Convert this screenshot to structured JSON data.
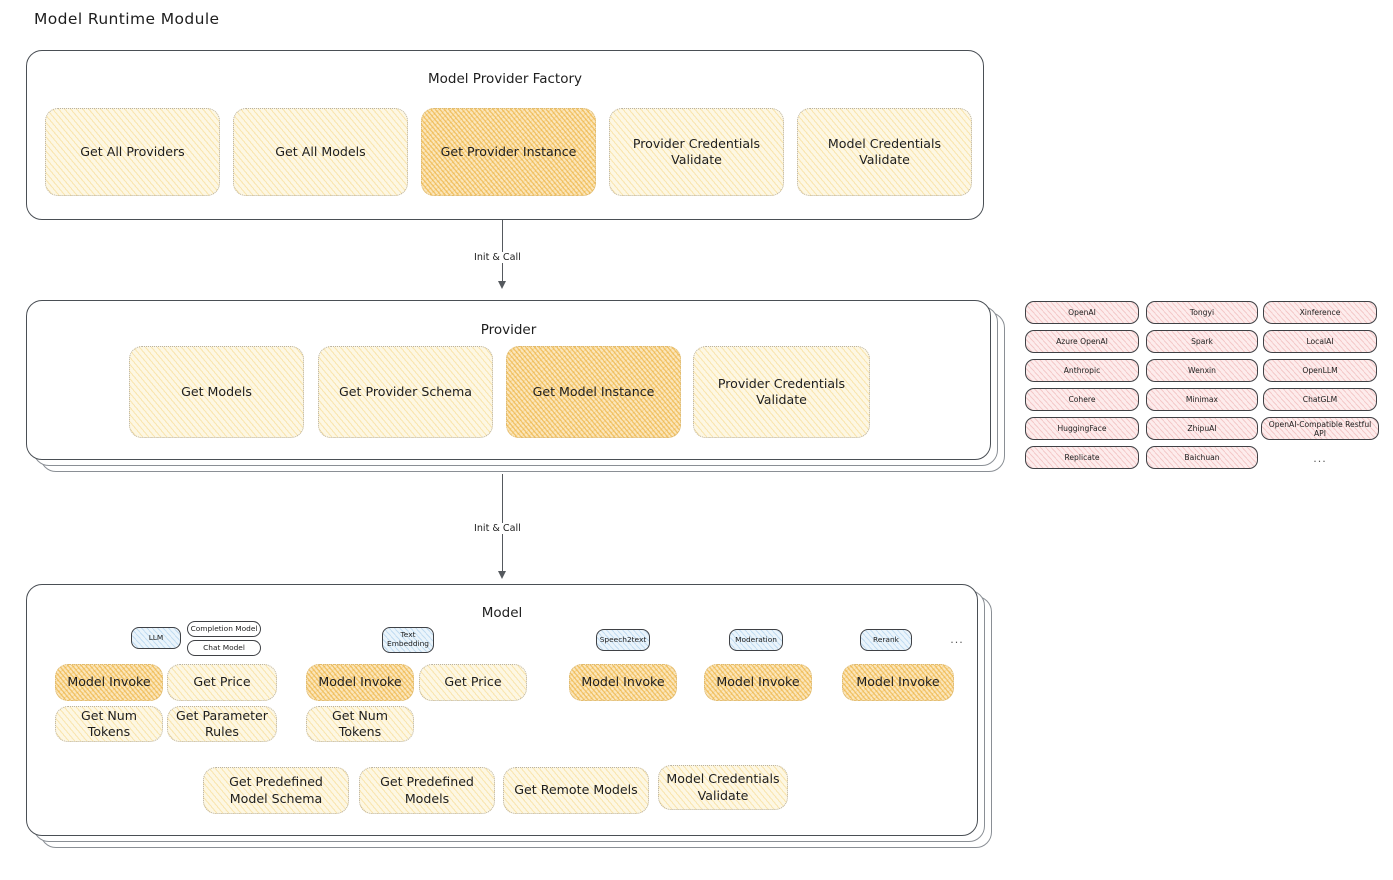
{
  "page": {
    "title": "Model Runtime Module"
  },
  "factory": {
    "title": "Model Provider Factory",
    "cards": [
      {
        "label": "Get All Providers",
        "highlighted": false
      },
      {
        "label": "Get All Models",
        "highlighted": false
      },
      {
        "label": "Get Provider Instance",
        "highlighted": true
      },
      {
        "label": "Provider Credentials Validate",
        "highlighted": false
      },
      {
        "label": "Model Credentials Validate",
        "highlighted": false
      }
    ]
  },
  "arrows": [
    {
      "label": "Init & Call"
    },
    {
      "label": "Init & Call"
    }
  ],
  "provider": {
    "title": "Provider",
    "cards": [
      {
        "label": "Get Models",
        "highlighted": false
      },
      {
        "label": "Get Provider Schema",
        "highlighted": false
      },
      {
        "label": "Get Model Instance",
        "highlighted": true
      },
      {
        "label": "Provider Credentials Validate",
        "highlighted": false
      }
    ]
  },
  "provider_tags": {
    "columns": [
      [
        "OpenAI",
        "Azure OpenAI",
        "Anthropic",
        "Cohere",
        "HuggingFace",
        "Replicate"
      ],
      [
        "Tongyi",
        "Spark",
        "Wenxin",
        "Minimax",
        "ZhipuAI",
        "Baichuan"
      ],
      [
        "Xinference",
        "LocalAI",
        "OpenLLM",
        "ChatGLM",
        "OpenAI-Compatible Restful API"
      ]
    ],
    "more": "..."
  },
  "model": {
    "title": "Model",
    "types": [
      {
        "name": "LLM",
        "sub": [
          "Completion Model",
          "Chat Model"
        ]
      },
      {
        "name": "Text Embedding",
        "sub": []
      },
      {
        "name": "Speech2text",
        "sub": []
      },
      {
        "name": "Moderation",
        "sub": []
      },
      {
        "name": "Rerank",
        "sub": []
      }
    ],
    "more": "...",
    "llm_cards": [
      {
        "label": "Model Invoke",
        "highlighted": true
      },
      {
        "label": "Get Price",
        "highlighted": false
      },
      {
        "label": "Get Num Tokens",
        "highlighted": false
      },
      {
        "label": "Get Parameter Rules",
        "highlighted": false
      }
    ],
    "embedding_cards": [
      {
        "label": "Model Invoke",
        "highlighted": true
      },
      {
        "label": "Get Price",
        "highlighted": false
      },
      {
        "label": "Get Num Tokens",
        "highlighted": false
      }
    ],
    "speech2text_cards": [
      {
        "label": "Model Invoke",
        "highlighted": true
      }
    ],
    "moderation_cards": [
      {
        "label": "Model Invoke",
        "highlighted": true
      }
    ],
    "rerank_cards": [
      {
        "label": "Model Invoke",
        "highlighted": true
      }
    ],
    "common_cards": [
      {
        "label": "Get Predefined Model Schema",
        "highlighted": false
      },
      {
        "label": "Get Predefined Models",
        "highlighted": false
      },
      {
        "label": "Get Remote Models",
        "highlighted": false
      },
      {
        "label": "Model Credentials Validate",
        "highlighted": false
      }
    ]
  },
  "colors": {
    "card_fill": "#fdf7e3",
    "card_highlight_fill": "#fbe6bb",
    "tag_fill": "#fdecec",
    "badge_fill": "#eaf4fb",
    "stroke": "#343a40"
  }
}
